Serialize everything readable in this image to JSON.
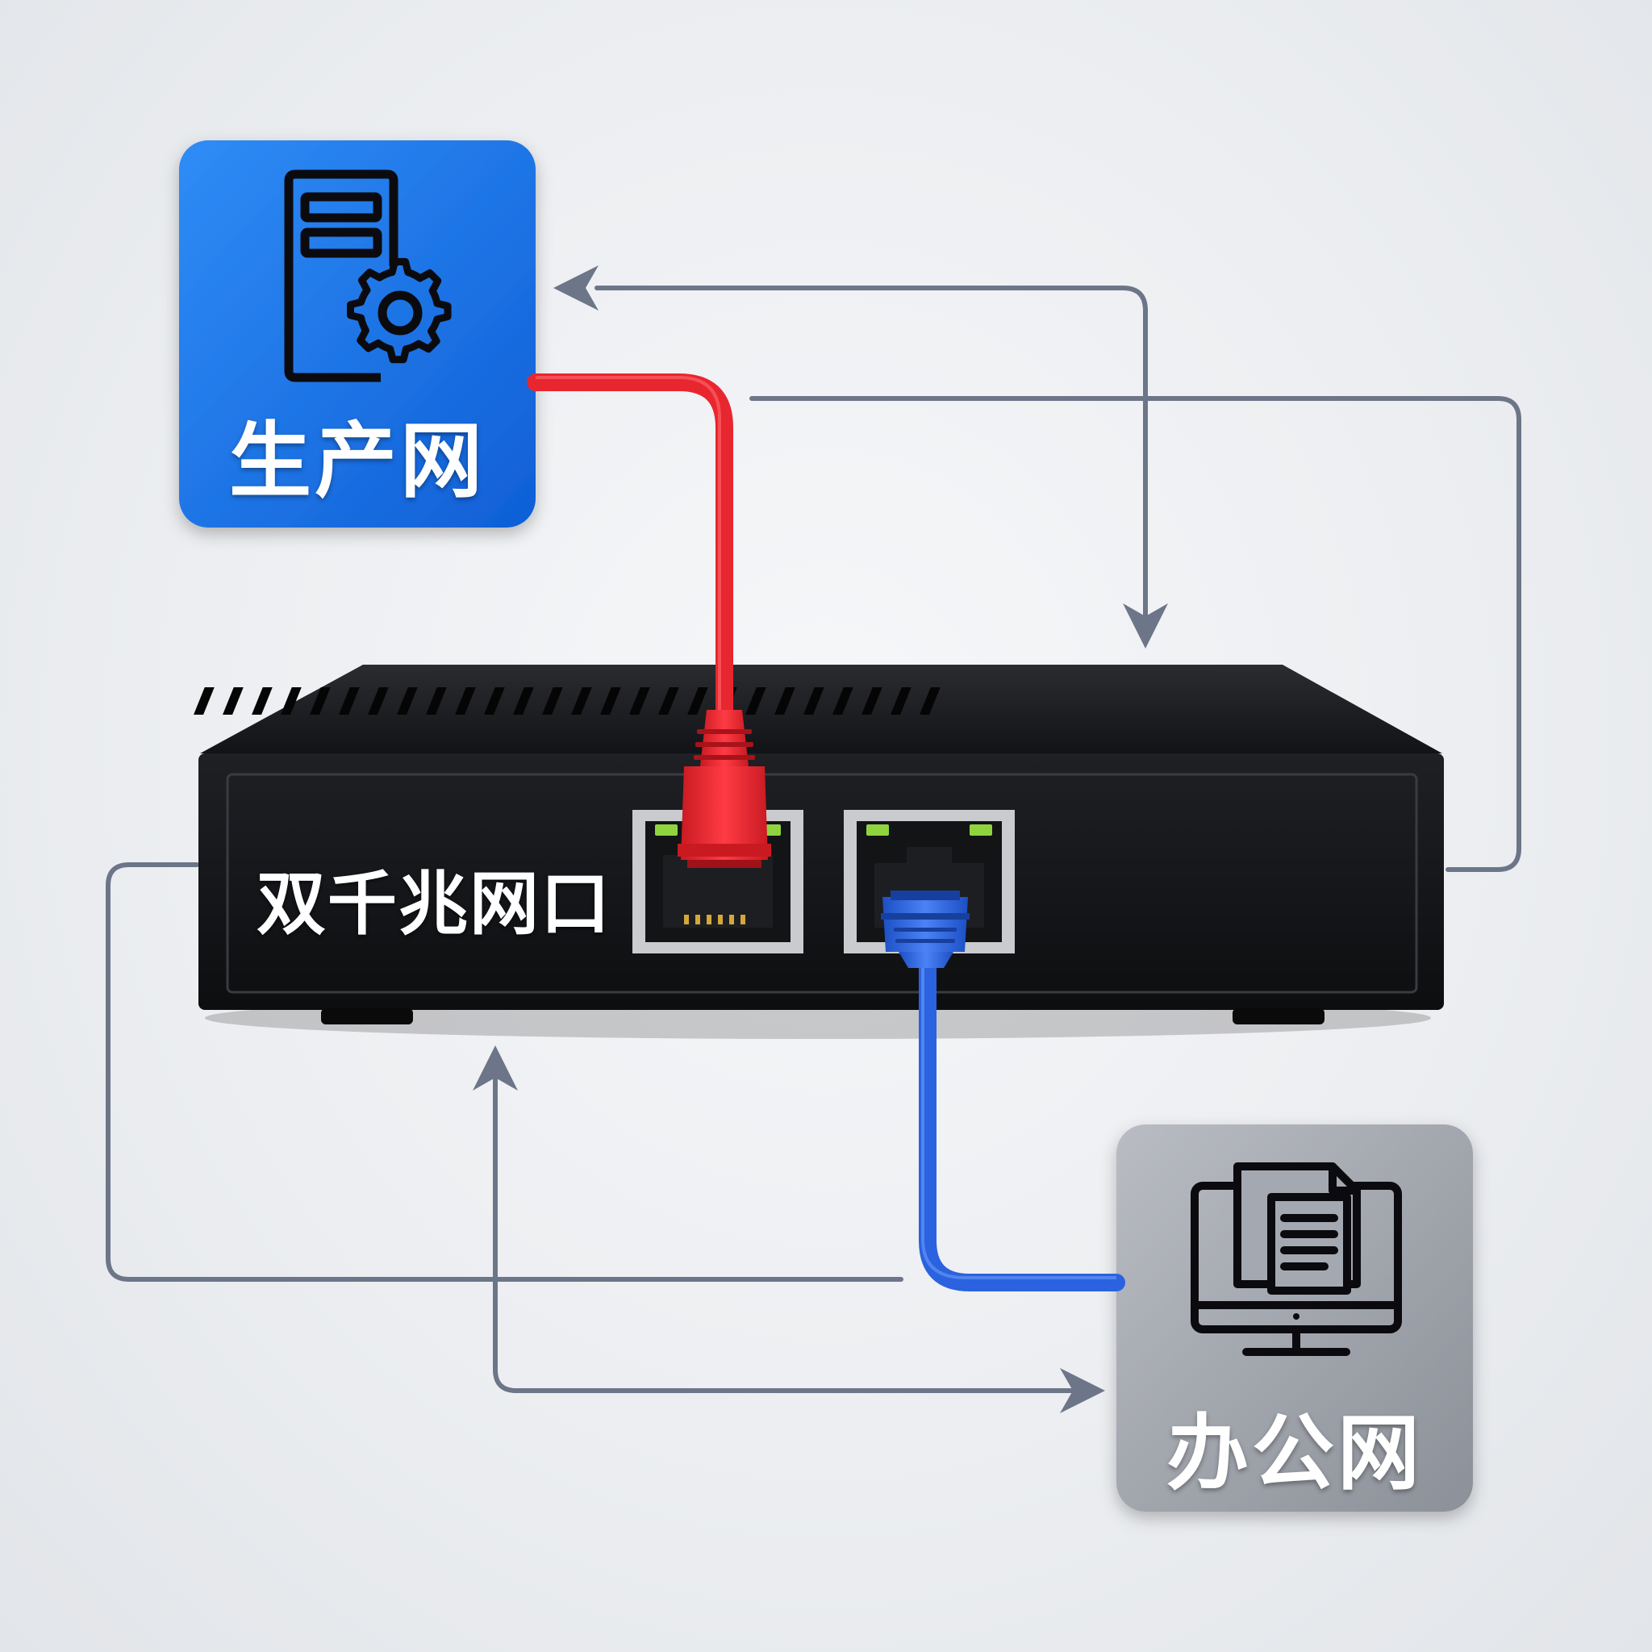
{
  "nodes": {
    "production": {
      "label": "生产网",
      "icon": "server-settings-icon",
      "color": "#1673e8"
    },
    "office": {
      "label": "办公网",
      "icon": "desktop-document-icon",
      "color": "#9a9ea6"
    }
  },
  "device": {
    "label": "双千兆网口",
    "icon": "network-gateway-device",
    "color": "#1c1d20"
  },
  "cables": {
    "production_cable_color": "#e8262f",
    "office_cable_color": "#2a62e0"
  },
  "flow_line_color": "#6d7588"
}
